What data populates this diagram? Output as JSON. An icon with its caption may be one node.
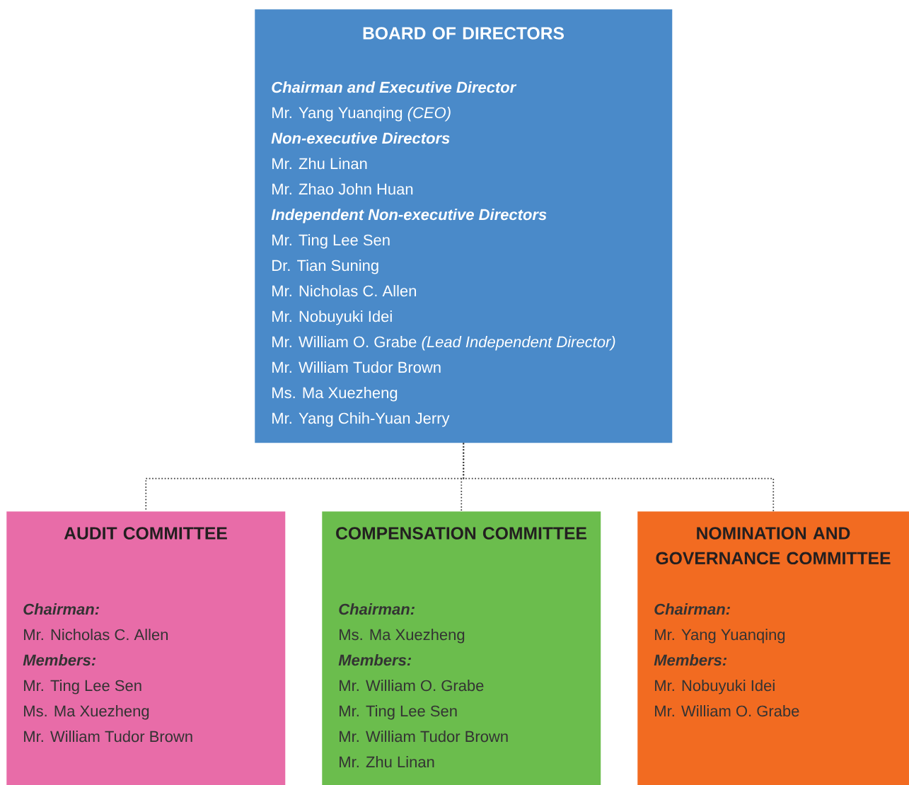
{
  "diagram": {
    "nodes": [
      {
        "text": [
          "BOARD OF DIRECTORS",
          "Chairman and Executive Director",
          "Mr. Yang Yuanqing *(CEO)*",
          "Non-executive Directors",
          "Mr. Zhu Linan",
          "Mr. Zhao John Huan",
          "Independent Non-executive Directors",
          "Mr. Ting Lee Sen",
          "Dr. Tian Suning",
          "Mr. Nicholas C. Allen",
          "Mr. Nobuyuki Idei",
          "Mr. William O. Grabe *(Lead Independent Director)*",
          "Mr. William Tudor Brown",
          "Ms. Ma Xuezheng",
          "Mr. Yang Chih-Yuan Jerry"
        ]
      },
      {
        "text": [
          "AUDIT COMMITTEE",
          "Chairman:",
          "Mr. Nicholas C. Allen",
          "Members:",
          "Mr. Ting Lee Sen",
          "Ms. Ma Xuezheng",
          "Mr. William Tudor Brown"
        ]
      },
      {
        "text": [
          "COMPENSATION COMMITTEE",
          "Chairman:",
          "Ms. Ma Xuezheng",
          "Members:",
          "Mr. William O. Grabe",
          "Mr. Ting Lee Sen",
          "Mr. William Tudor Brown",
          "Mr. Zhu Linan"
        ]
      },
      {
        "text": [
          "NOMINATION AND GOVERNANCE COMMITTEE",
          "Chairman:",
          "Mr. Yang Yuanqing",
          "Members:",
          "Mr. Nobuyuki Idei",
          "Mr. William O. Grabe"
        ]
      }
    ],
    "edges": [
      {
        "from": 0,
        "to": 1,
        "arrow": "none"
      },
      {
        "from": 0,
        "to": 2,
        "arrow": "none"
      },
      {
        "from": 0,
        "to": 3,
        "arrow": "none"
      }
    ]
  }
}
